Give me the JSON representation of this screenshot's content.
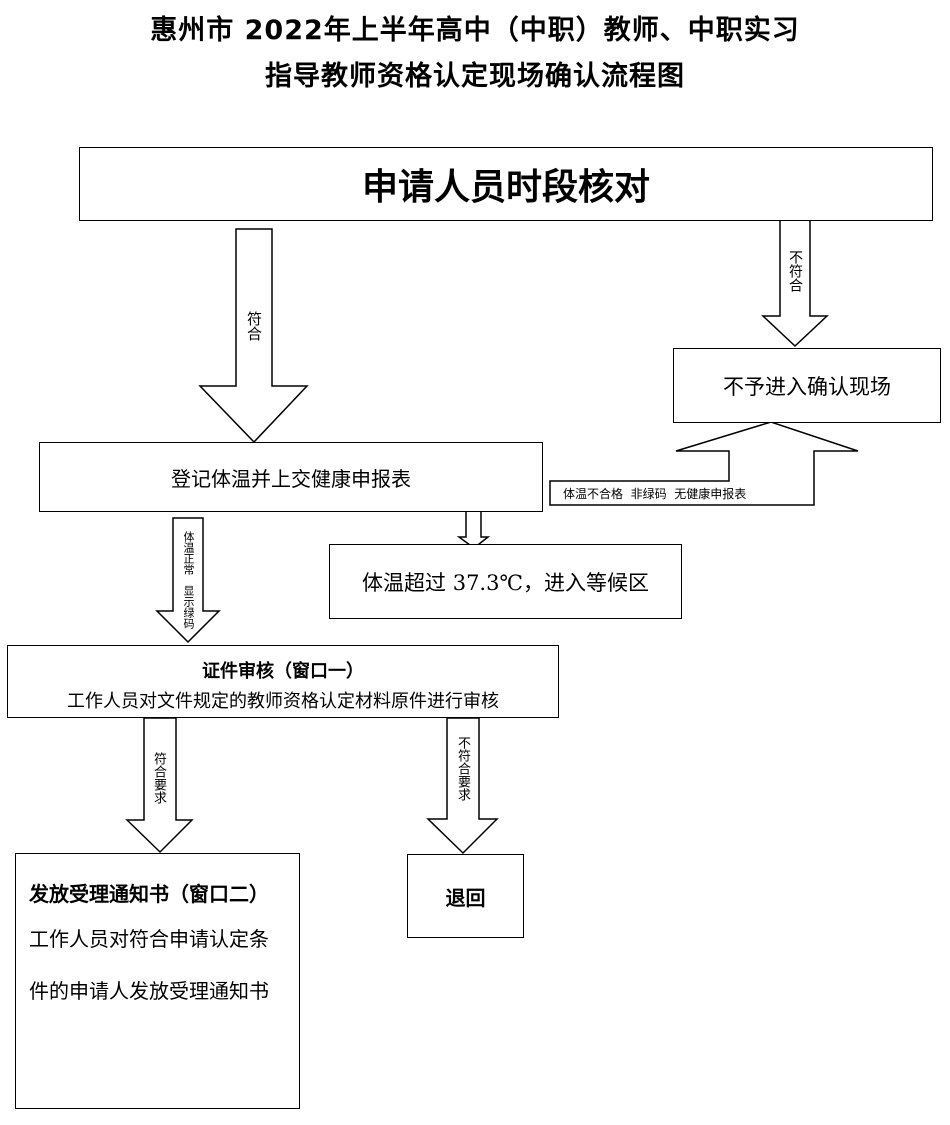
{
  "title": {
    "line1": "惠州市 2022年上半年高中（中职）教师、中职实习",
    "line2": "指导教师资格认定现场确认流程图"
  },
  "nodes": {
    "step1": "申请人员时段核对",
    "reject_entry": "不予进入确认现场",
    "register": "登记体温并上交健康申报表",
    "reject_reasons": "体温不合格  非绿码  无健康申报表",
    "high_temp": "体温超过 37.3℃，进入等候区",
    "review_title": "证件审核（窗口一）",
    "review_desc": "工作人员对文件规定的教师资格认定材料原件进行审核",
    "notice_title": "发放受理通知书（窗口二）",
    "notice_desc": "工作人员对符合申请认定条件的申请人发放受理通知书",
    "returned": "退回"
  },
  "edges": {
    "match": "符合",
    "not_match": "不符合",
    "normal_temp": "体温正常",
    "green_code": "显示绿码",
    "meets_req": "符合要求",
    "fails_req": "不符合要求"
  }
}
